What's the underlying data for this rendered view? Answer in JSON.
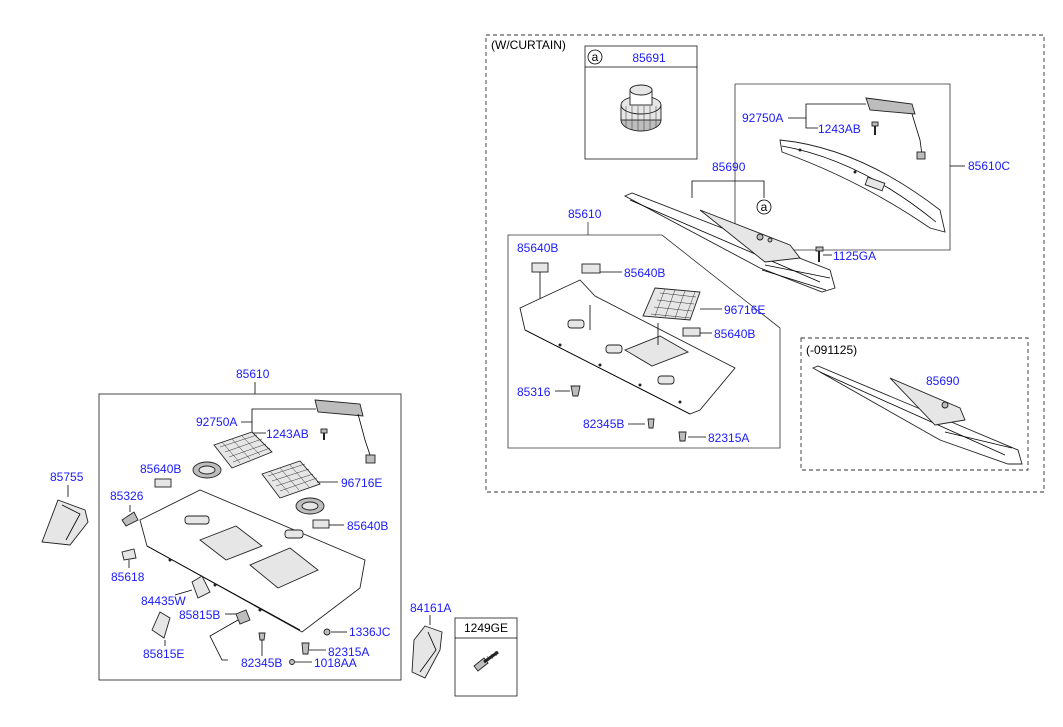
{
  "colors": {
    "label": "#1a1aff",
    "line": "#000000"
  },
  "curtain_box": {
    "title": "(W/CURTAIN)",
    "detail_marker": "a",
    "detail_part": "85691",
    "labels": {
      "p85690": "85690",
      "p85610": "85610",
      "p92750A": "92750A",
      "p1243AB": "1243AB",
      "p85610C": "85610C",
      "p1125GA": "1125GA",
      "p85640B_a": "85640B",
      "p85640B_b": "85640B",
      "p85640B_c": "85640B",
      "p96716E": "96716E",
      "p85316": "85316",
      "p82345B": "82345B",
      "p82315A": "82315A",
      "marker_a": "a"
    },
    "sub_box": {
      "title": "(-091125)",
      "part": "85690"
    }
  },
  "main_assembly": {
    "labels": {
      "p85610": "85610",
      "p92750A": "92750A",
      "p1243AB": "1243AB",
      "p85640B_a": "85640B",
      "p96716E": "96716E",
      "p85326": "85326",
      "p85640B_b": "85640B",
      "p85618": "85618",
      "p84435W": "84435W",
      "p85815B": "85815B",
      "p1336JC": "1336JC",
      "p85815E": "85815E",
      "p82315A": "82315A",
      "p82345B": "82345B",
      "p1018AA": "1018AA"
    }
  },
  "loose_parts": {
    "p85755": "85755",
    "p84161A": "84161A",
    "screw_box_label": "1249GE"
  }
}
